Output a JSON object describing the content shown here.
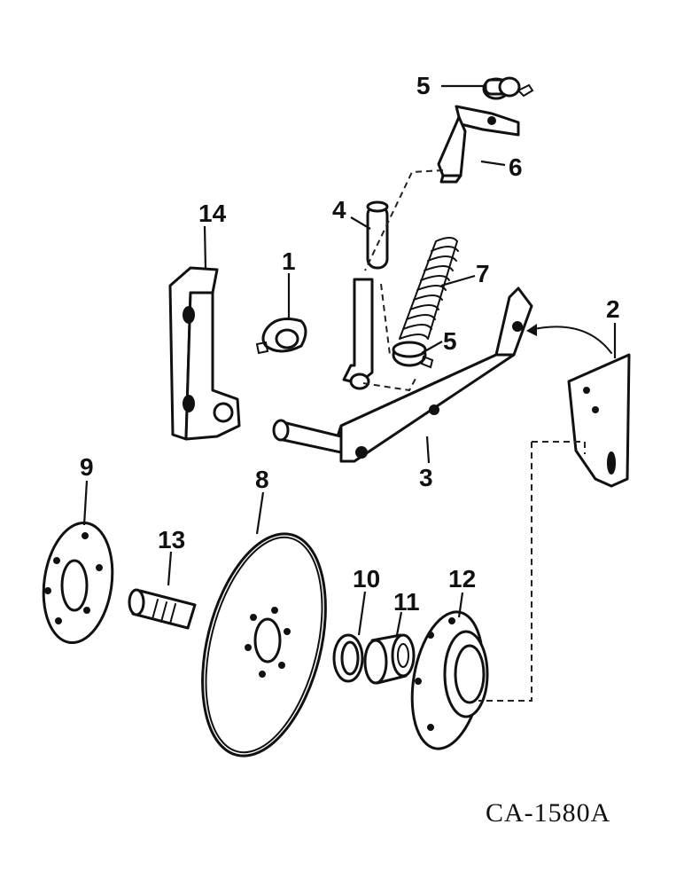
{
  "drawing": {
    "code": "CA-1580A",
    "callouts": {
      "c1": "1",
      "c2": "2",
      "c3": "3",
      "c4": "4",
      "c5a": "5",
      "c5b": "5",
      "c6": "6",
      "c7": "7",
      "c8": "8",
      "c9": "9",
      "c10": "10",
      "c11": "11",
      "c12": "12",
      "c13": "13",
      "c14": "14"
    }
  }
}
